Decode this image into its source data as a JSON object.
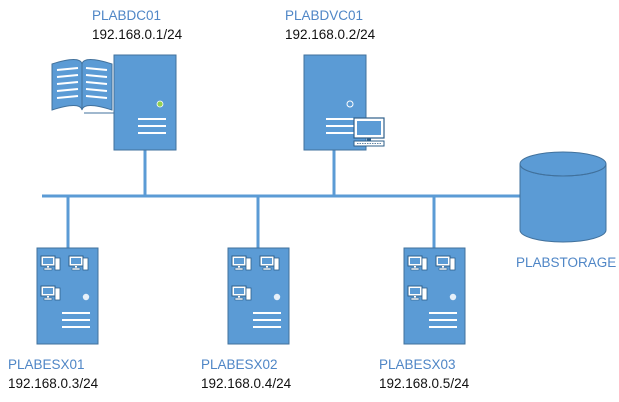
{
  "nodes": {
    "plabdc01": {
      "name": "PLABDC01",
      "ip": "192.168.0.1/24"
    },
    "plabdvc01": {
      "name": "PLABDVC01",
      "ip": "192.168.0.2/24"
    },
    "plabesx01": {
      "name": "PLABESX01",
      "ip": "192.168.0.3/24"
    },
    "plabesx02": {
      "name": "PLABESX02",
      "ip": "192.168.0.4/24"
    },
    "plabesx03": {
      "name": "PLABESX03",
      "ip": "192.168.0.5/24"
    },
    "plabstorage": {
      "name": "PLABSTORAGE"
    }
  },
  "icons": {
    "server": "server-icon",
    "book": "book-icon",
    "monitor": "monitor-icon",
    "storage": "storage-cylinder-icon"
  },
  "colors": {
    "device_fill": "#5b9bd5",
    "device_dark": "#41719c",
    "bus": "#5b9bd5",
    "label_name": "#4f86c6",
    "label_ip": "#111111",
    "led": "#92d050"
  }
}
